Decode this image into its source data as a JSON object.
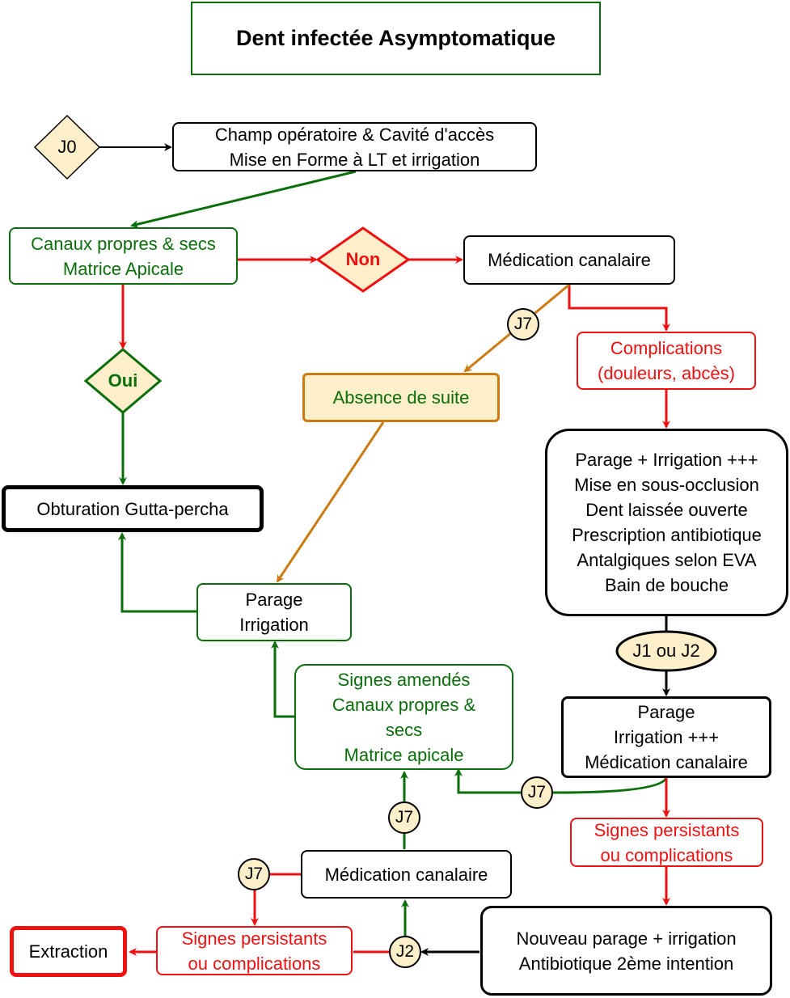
{
  "title": "Dent infectée Asymptomatique",
  "nodes": {
    "j0": "J0",
    "champ": "Champ opératoire & Cavité d'accès\nMise en Forme à LT et irrigation",
    "canaux": "Canaux propres & secs\nMatrice Apicale",
    "non": "Non",
    "medication1": "Médication canalaire",
    "oui": "Oui",
    "complications": "Complications\n(douleurs, abcès)",
    "absence": "Absence de suite",
    "parage_big": "Parage + Irrigation +++\nMise en sous-occlusion\nDent laissée ouverte\nPrescription antibiotique\nAntalgiques selon EVA\nBain de bouche",
    "obturation": "Obturation Gutta-percha",
    "parage_irrigation": "Parage\nIrrigation",
    "signes_amendes": "Signes amendés\nCanaux propres &\nsecs\nMatrice apicale",
    "parage_med": "Parage\nIrrigation +++\nMédication canalaire",
    "signes_persistants_1": "Signes persistants\nou complications",
    "medication2": "Médication canalaire",
    "nouveau_parage": "Nouveau parage + irrigation\nAntibiotique 2ème intention",
    "extraction": "Extraction",
    "signes_persistants_2": "Signes persistants\nou complications"
  },
  "badges": {
    "j7_a": "J7",
    "j1_j2": "J1 ou J2",
    "j7_b": "J7",
    "j7_c": "J7",
    "j7_d": "J7",
    "j2": "J2"
  },
  "colors": {
    "green": "#0a6e0a",
    "red": "#ee1111",
    "orange": "#cc7a12",
    "cream": "#fdefc9",
    "black": "#000000"
  }
}
